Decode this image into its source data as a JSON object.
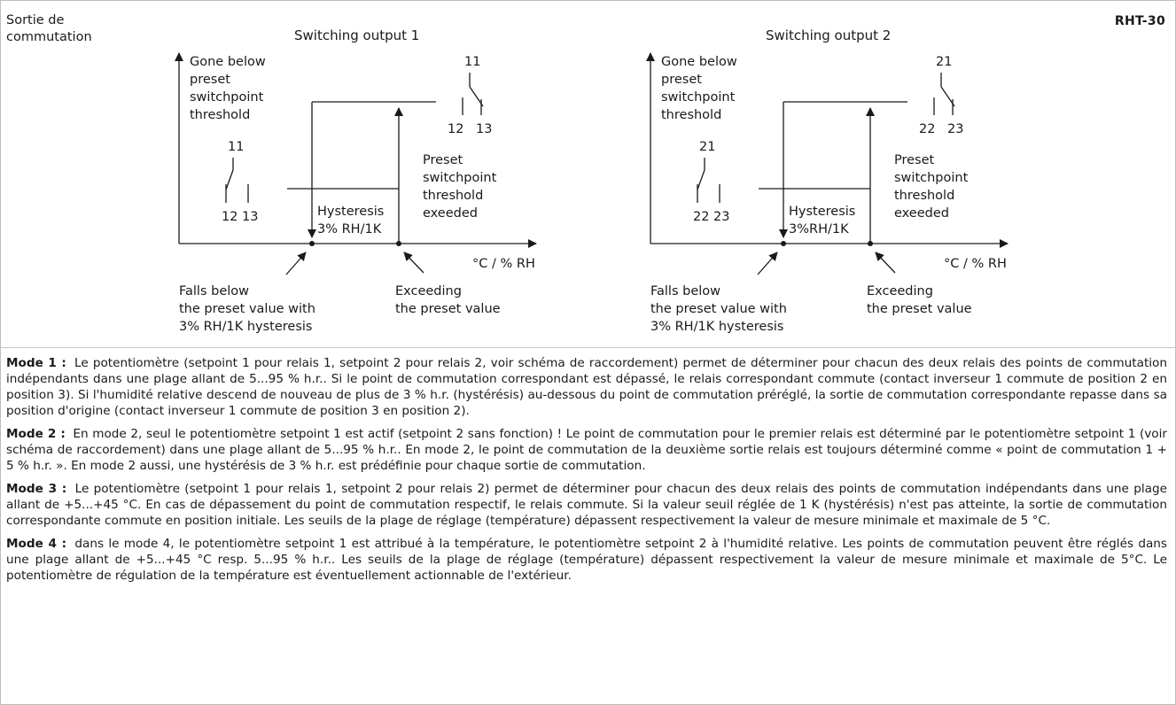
{
  "header": {
    "side_label_line1": "Sortie de",
    "side_label_line2": "commutation",
    "code": "RHT-30"
  },
  "diagrams": [
    {
      "title": "Switching output 1",
      "gone_below": [
        "Gone below",
        "preset",
        "switchpoint",
        "threshold"
      ],
      "contact_open_top": "11",
      "contact_open_left": "12",
      "contact_open_right": "13",
      "contact_closed_top": "11",
      "contact_closed_left": "12",
      "contact_closed_right": "13",
      "preset_exceeded": [
        "Preset",
        "switchpoint",
        "threshold",
        "exeeded"
      ],
      "hysteresis_title": "Hysteresis",
      "hysteresis_value": "3% RH/1K",
      "axis_unit": "°C / % RH",
      "falls_below": [
        "Falls below",
        "the preset value with",
        "3% RH/1K hysteresis"
      ],
      "exceeding": [
        "Exceeding",
        "the preset value"
      ]
    },
    {
      "title": "Switching output 2",
      "gone_below": [
        "Gone below",
        "preset",
        "switchpoint",
        "threshold"
      ],
      "contact_open_top": "21",
      "contact_open_left": "22",
      "contact_open_right": "23",
      "contact_closed_top": "21",
      "contact_closed_left": "22",
      "contact_closed_right": "23",
      "preset_exceeded": [
        "Preset",
        "switchpoint",
        "threshold",
        "exeeded"
      ],
      "hysteresis_title": "Hysteresis",
      "hysteresis_value": "3%RH/1K",
      "axis_unit": "°C / % RH",
      "falls_below": [
        "Falls below",
        "the preset value with",
        "3% RH/1K hysteresis"
      ],
      "exceeding": [
        "Exceeding",
        "the preset value"
      ]
    }
  ],
  "modes": [
    {
      "label": "Mode 1 :",
      "text": "Le potentiomètre (setpoint 1 pour relais 1, setpoint 2 pour relais 2, voir schéma de raccordement) permet de déterminer pour chacun des deux relais des points de commutation indépendants dans une plage allant de 5...95 % h.r.. Si le point de commutation correspondant est dépassé, le relais correspondant commute (contact inverseur 1 commute de position 2 en position 3). Si l'humidité relative descend de nouveau de plus de 3 % h.r. (hystérésis) au-dessous du point de commutation préréglé, la sortie de commutation correspondante repasse dans sa position d'origine (contact inverseur 1 commute de position 3 en position 2)."
    },
    {
      "label": "Mode 2 :",
      "text": "En mode 2, seul le potentiomètre setpoint 1 est actif (setpoint 2 sans fonction) ! Le point de commutation pour le premier relais est déterminé par le potentiomètre setpoint 1 (voir schéma de raccordement) dans une plage allant de 5...95 % h.r.. En mode 2, le point de commutation de la deuxième sortie relais est toujours déterminé comme « point de commutation 1 + 5 % h.r. ». En mode 2 aussi, une hystérésis de 3 % h.r. est prédéfinie pour chaque sortie de commutation."
    },
    {
      "label": "Mode 3 :",
      "text": "Le potentiomètre (setpoint 1 pour relais 1, setpoint 2 pour relais 2) permet de déterminer pour chacun des deux relais des points de commutation indépendants dans une plage allant de +5...+45 °C. En cas de dépassement du point de commutation respectif, le relais commute. Si la valeur seuil réglée de 1 K (hystérésis) n'est pas atteinte, la sortie de commutation correspondante commute en position initiale. Les seuils de la plage de réglage (température) dépassent respectivement la valeur de mesure minimale et maximale de 5 °C."
    },
    {
      "label": "Mode 4 :",
      "text": "dans le mode 4, le potentiomètre setpoint 1 est attribué à la température, le potentiomètre setpoint 2 à l'humidité relative. Les points de commutation peuvent être réglés dans une plage allant de +5...+45 °C resp. 5...95 % h.r.. Les seuils de la plage de réglage (température) dépassent respectivement la valeur de mesure minimale et maximale de 5°C. Le potentiomètre de régulation de la température est éventuellement actionnable de l'extérieur."
    }
  ]
}
